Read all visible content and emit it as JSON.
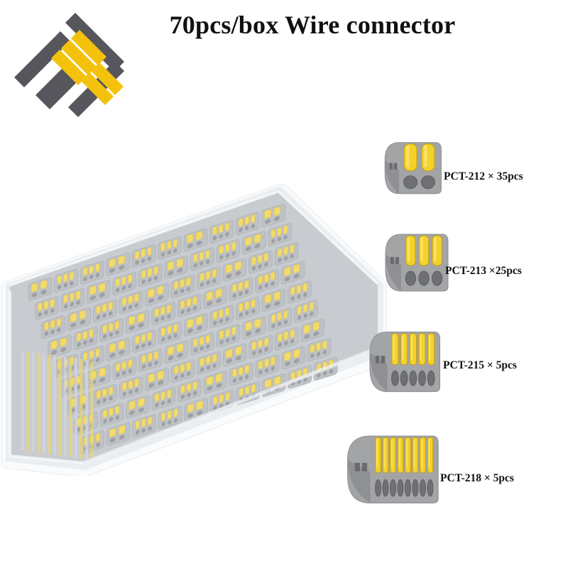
{
  "title": "70pcs/box Wire connector",
  "logo": {
    "icon": "brand-logo-icon",
    "colors": {
      "frame": "#57565c",
      "bars": "#f4c20d"
    }
  },
  "box": {
    "icon": "storage-box-icon",
    "description_colors": {
      "lid": "#e9eef2",
      "connector_body": "#b9bcc0",
      "lever": "#f2d02a"
    }
  },
  "variants": [
    {
      "id": "pct-212",
      "label": "PCT-212 × 35pcs",
      "levers": 2
    },
    {
      "id": "pct-213",
      "label": "PCT-213 ×25pcs",
      "levers": 3
    },
    {
      "id": "pct-215",
      "label": "PCT-215 × 5pcs",
      "levers": 5
    },
    {
      "id": "pct-218",
      "label": "PCT-218 × 5pcs",
      "levers": 8
    }
  ],
  "colors": {
    "gray": "#a3a4a6",
    "gray_dark": "#6f7073",
    "yellow": "#f4d12b",
    "yellow_dark": "#c9a20e"
  }
}
